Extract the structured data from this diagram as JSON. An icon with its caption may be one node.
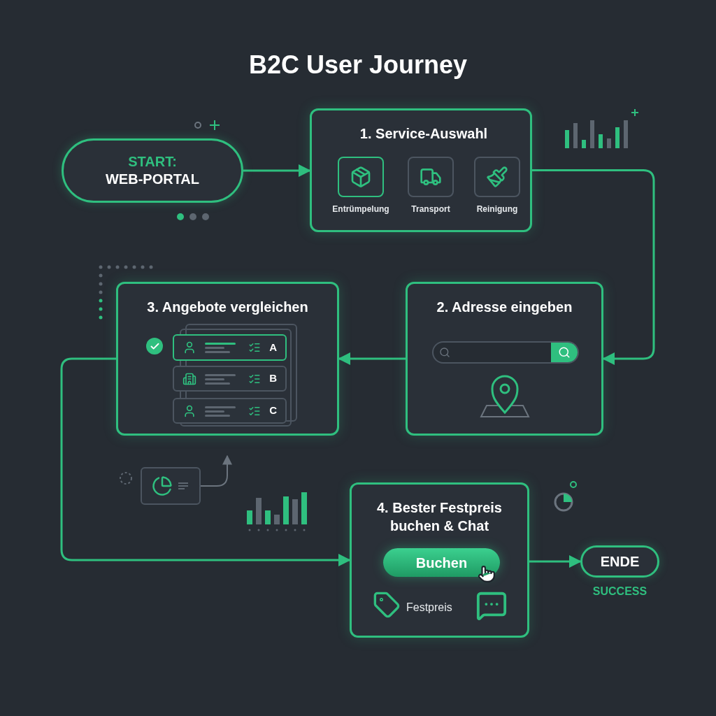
{
  "diagram": {
    "title": "B2C User Journey",
    "nodes": [
      {
        "text": [
          "START:",
          "WEB-PORTAL"
        ]
      },
      {
        "text": [
          "1. Service-Auswahl"
        ]
      },
      {
        "text": [
          "Entrümpelung"
        ],
        "in": 1
      },
      {
        "text": [
          "Transport"
        ],
        "in": 1
      },
      {
        "text": [
          "Reinigung"
        ],
        "in": 1
      },
      {
        "text": [
          "2. Adresse eingeben"
        ]
      },
      {
        "text": [
          "3. Angebote vergleichen"
        ]
      },
      {
        "text": [
          "A"
        ],
        "in": 6
      },
      {
        "text": [
          "B"
        ],
        "in": 6
      },
      {
        "text": [
          "C"
        ],
        "in": 6
      },
      {
        "text": [
          "4. Bester Festpreis buchen & Chat"
        ]
      },
      {
        "text": [
          "Buchen"
        ],
        "in": 10
      },
      {
        "text": [
          "ENDE"
        ],
        "beside": [
          "SUCCESS"
        ]
      },
      {
        "text": [],
        "shape": "box"
      }
    ],
    "edges": [
      {
        "from": 0,
        "to": 1,
        "arrow": "to"
      },
      {
        "from": 1,
        "to": 5,
        "arrow": "to"
      },
      {
        "from": 5,
        "to": 6,
        "arrow": "to"
      },
      {
        "from": 6,
        "to": 10,
        "arrow": "to"
      },
      {
        "from": 10,
        "to": 12,
        "arrow": "to"
      },
      {
        "from": 13,
        "to": null,
        "arrow": "to"
      }
    ],
    "labels": [
      "Festpreis"
    ]
  }
}
